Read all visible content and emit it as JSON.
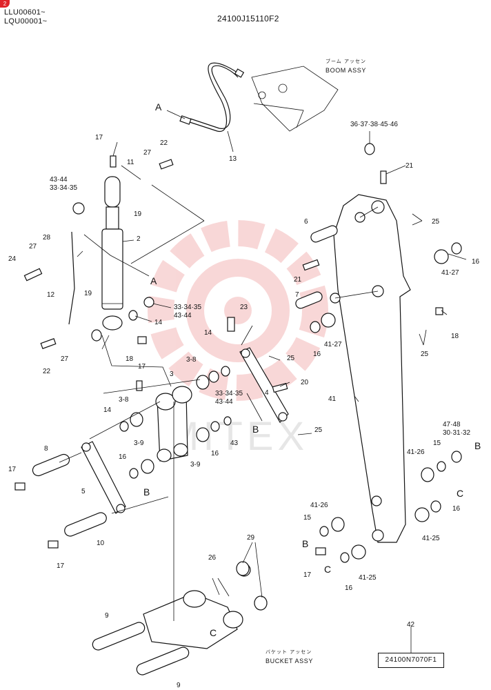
{
  "header": {
    "serial_1": "LLU00601~",
    "serial_2": "LQU00001~",
    "drawing_no": "24100J15110F2"
  },
  "assemblies": {
    "boom_jp": "ブーム アッセン",
    "boom_en": "BOOM ASSY",
    "bucket_jp": "バケット アッセン",
    "bucket_en": "BUCKET ASSY"
  },
  "watermark": "MITEX",
  "ref_code": "24100N7070F1",
  "labels": {
    "p1": "36·37·38·45·46",
    "p2": "21",
    "p3": "25",
    "p4": "6",
    "p5": "16",
    "p6": "41-27",
    "p7": "21",
    "p8": "7",
    "p9": "41-27",
    "p10": "16",
    "p11": "18",
    "p12": "25",
    "p13": "13",
    "p14": "A",
    "p15": "17",
    "p16": "27",
    "p17": "22",
    "p18": "11",
    "p19": "43·44",
    "p20": "33·34·35",
    "p21": "19",
    "p22": "2",
    "p23": "28",
    "p24": "27",
    "p25": "24",
    "p26": "A",
    "p27": "12",
    "p28": "19",
    "p29": "33·34·35",
    "p30": "43·44",
    "p31": "14",
    "p32": "23",
    "p33": "14",
    "p34": "18",
    "p35": "22",
    "p36": "27",
    "p37": "25",
    "p38": "3-8",
    "p39": "17",
    "p40": "3",
    "p41": "20",
    "p42": "33·34·35",
    "p43": "43·44",
    "p44": "4",
    "p45": "41",
    "p46": "3-8",
    "p47": "14",
    "p48": "43",
    "p49": "B",
    "p50": "25",
    "p51": "3-9",
    "p52": "16",
    "p53": "3-9",
    "p54": "8",
    "p55": "16",
    "p56": "17",
    "p57": "5",
    "p58": "B",
    "p59": "10",
    "p60": "17",
    "p61": "47·48",
    "p62": "30·31·32",
    "p63": "15",
    "p64": "B",
    "p65": "41-26",
    "p66": "C",
    "p67": "16",
    "p68": "41-26",
    "p69": "15",
    "p70": "B",
    "p71": "41-25",
    "p72": "17",
    "p73": "C",
    "p74": "41-25",
    "p75": "16",
    "p76": "29",
    "p77": "26",
    "p78": "9",
    "p79": "C",
    "p80": "9",
    "p81": "42"
  },
  "colors": {
    "watermark": "#f3b8b8",
    "badge": "#e0242b",
    "ink": "#111111"
  }
}
